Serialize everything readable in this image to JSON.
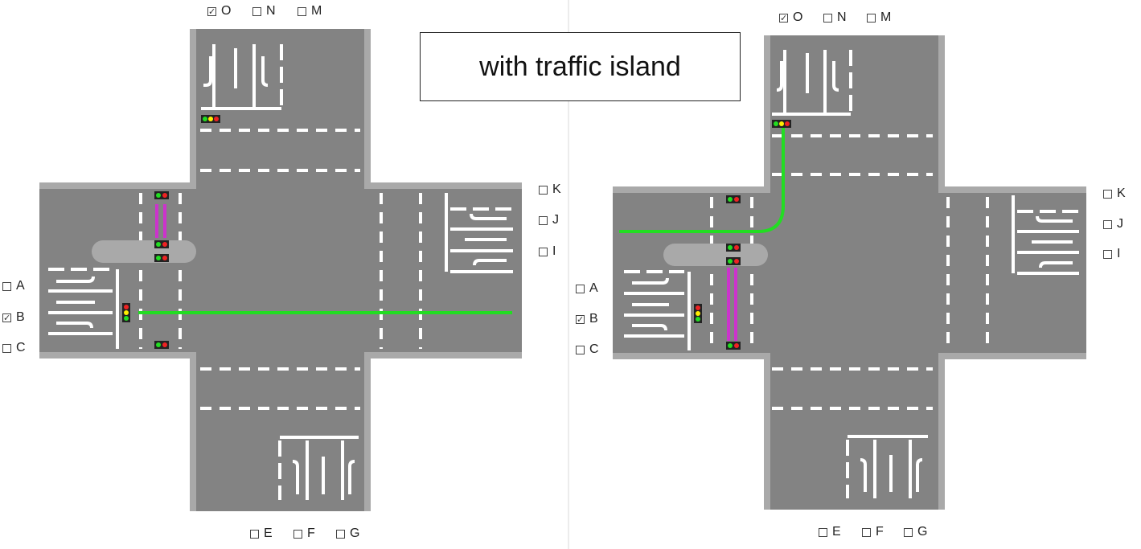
{
  "title_box": {
    "text": "with traffic island"
  },
  "colors": {
    "road": "#838383",
    "curb": "#a9a9a9",
    "marking": "#ffffff",
    "route": "#22dd22",
    "crosswalk_bar": "#cc33cc",
    "island": "#a9a9a9"
  },
  "panels": [
    {
      "id": "left",
      "checkboxes": [
        {
          "label": "O",
          "checked": true
        },
        {
          "label": "N",
          "checked": false
        },
        {
          "label": "M",
          "checked": false
        },
        {
          "label": "K",
          "checked": false
        },
        {
          "label": "J",
          "checked": false
        },
        {
          "label": "I",
          "checked": false
        },
        {
          "label": "A",
          "checked": false
        },
        {
          "label": "B",
          "checked": true
        },
        {
          "label": "C",
          "checked": false
        },
        {
          "label": "E",
          "checked": false
        },
        {
          "label": "F",
          "checked": false
        },
        {
          "label": "G",
          "checked": false
        }
      ]
    },
    {
      "id": "right",
      "checkboxes": [
        {
          "label": "O",
          "checked": true
        },
        {
          "label": "N",
          "checked": false
        },
        {
          "label": "M",
          "checked": false
        },
        {
          "label": "K",
          "checked": false
        },
        {
          "label": "J",
          "checked": false
        },
        {
          "label": "I",
          "checked": false
        },
        {
          "label": "A",
          "checked": false
        },
        {
          "label": "B",
          "checked": true
        },
        {
          "label": "C",
          "checked": false
        },
        {
          "label": "E",
          "checked": false
        },
        {
          "label": "F",
          "checked": false
        },
        {
          "label": "G",
          "checked": false
        }
      ]
    }
  ]
}
